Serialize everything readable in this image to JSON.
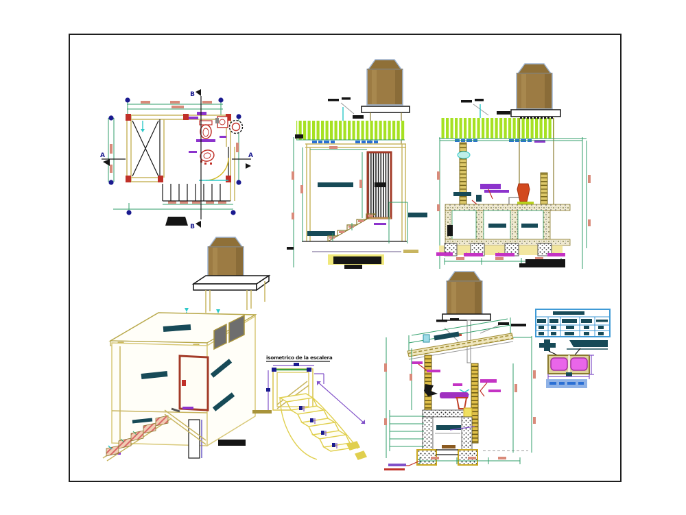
{
  "drawing": {
    "description": "CAD drawing of a sanitary module with elevated water tank: floor plan, two sections, building isometric, stair isometric, septic detail, spec table and pipe detail",
    "stair_isometric_title": "isometrico de la escalera",
    "section_markers": {
      "a": "A",
      "b": "B"
    },
    "colors": {
      "dimension_green": "#2f9e6a",
      "wall_tan": "#c8b560",
      "structure_olive": "#8a7a2e",
      "fixture_red": "#c03028",
      "grid_navy": "#1a1a8f",
      "label_dark_teal": "#174a57",
      "label_magenta": "#c433c4",
      "label_purple": "#8c33cc",
      "vent_cyan": "#2cc8c8",
      "tank_brown": "#9c7b43",
      "tank_outline": "#9fb6d4",
      "grass_hatch_green": "#a6e122",
      "water_label_blue": "#2a6fd4",
      "table_blue": "#3f9ad6",
      "pipe_magenta": "#e966e9",
      "door_frame_red": "#a33b28",
      "stair_yellow": "#e0cf4e"
    }
  }
}
